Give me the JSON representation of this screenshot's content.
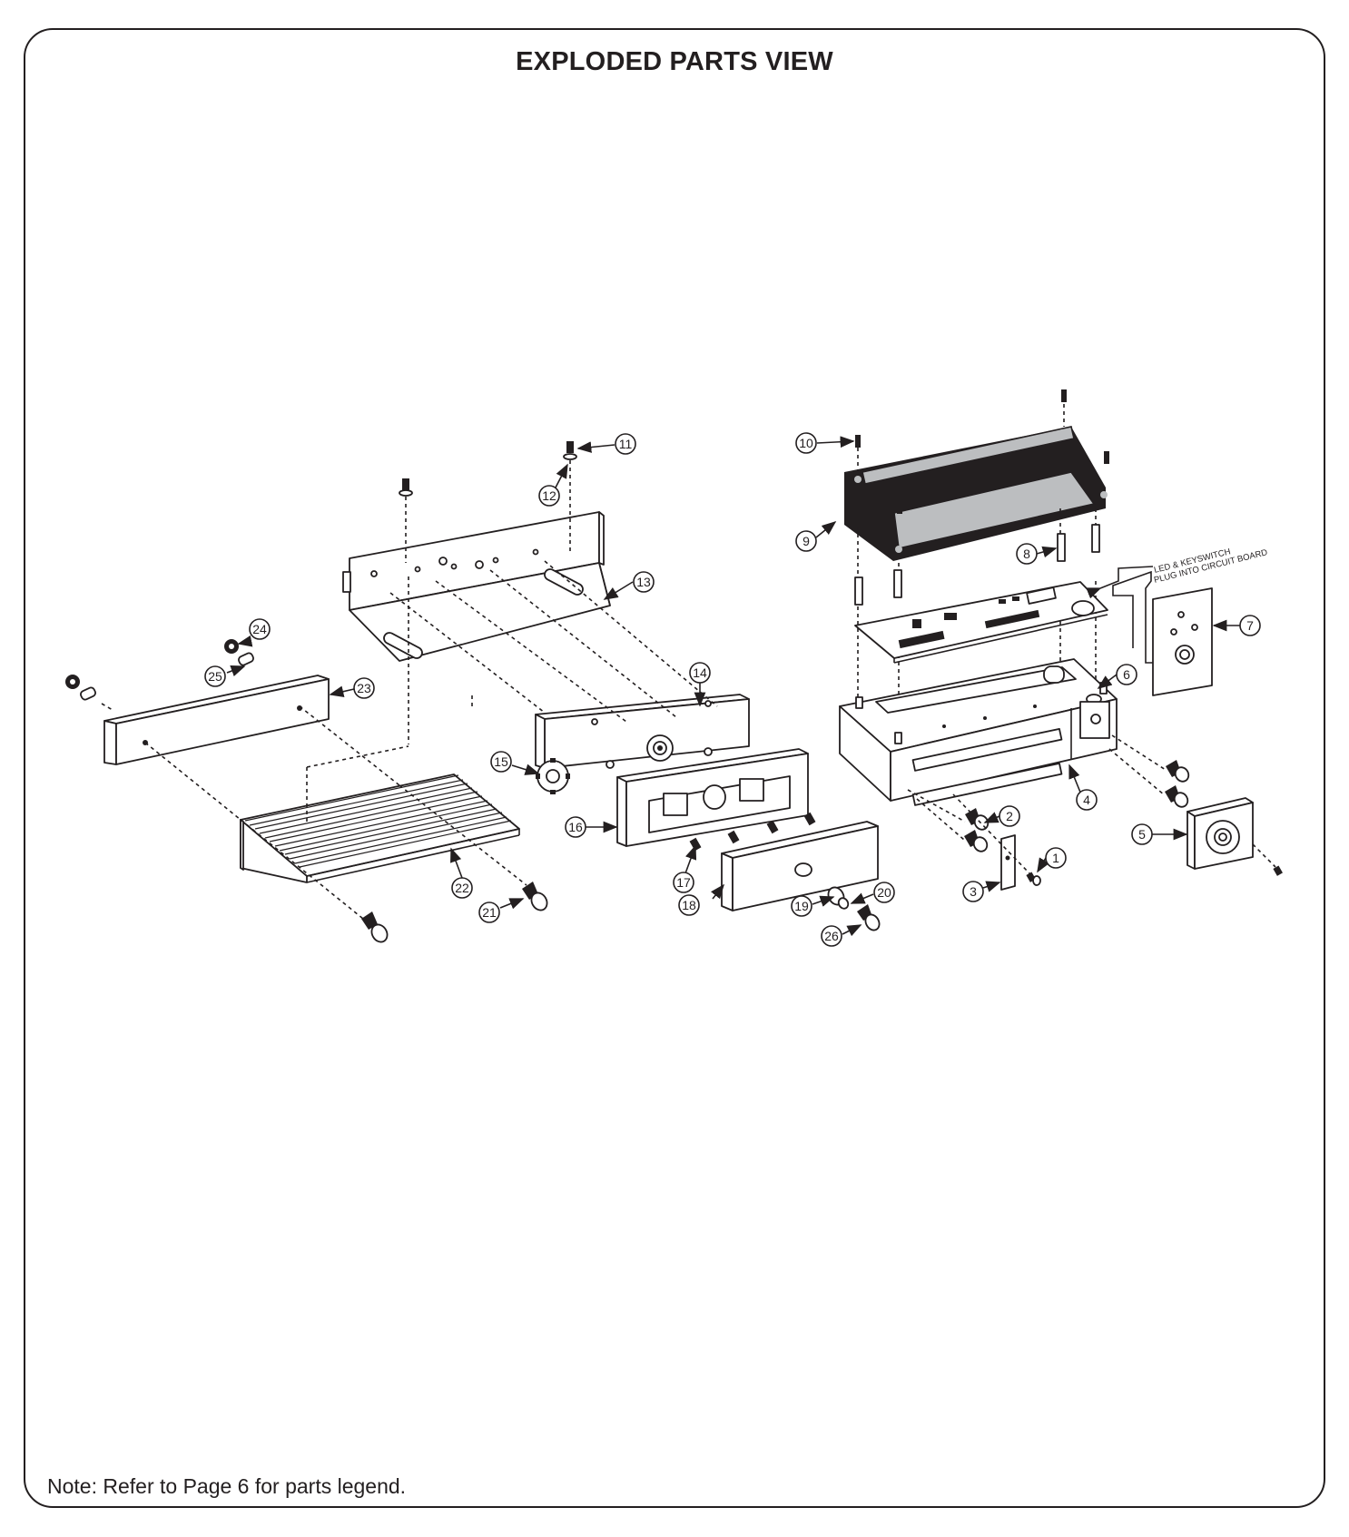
{
  "title": "EXPLODED PARTS VIEW",
  "note": "Note: Refer to Page 6 for parts legend.",
  "wiring_note": {
    "line1": "LED & KEYSWITCH",
    "line2": "PLUG INTO CIRCUIT BOARD"
  },
  "part_callouts": [
    "1",
    "2",
    "3",
    "4",
    "5",
    "6",
    "7",
    "8",
    "9",
    "10",
    "11",
    "12",
    "13",
    "14",
    "15",
    "16",
    "17",
    "18",
    "19",
    "20",
    "21",
    "22",
    "23",
    "24",
    "25",
    "26"
  ],
  "icons": {
    "screw": "screw-icon",
    "standoff": "standoff-icon",
    "circuit_board": "circuit-board-icon",
    "key_switch": "keyswitch-icon"
  }
}
